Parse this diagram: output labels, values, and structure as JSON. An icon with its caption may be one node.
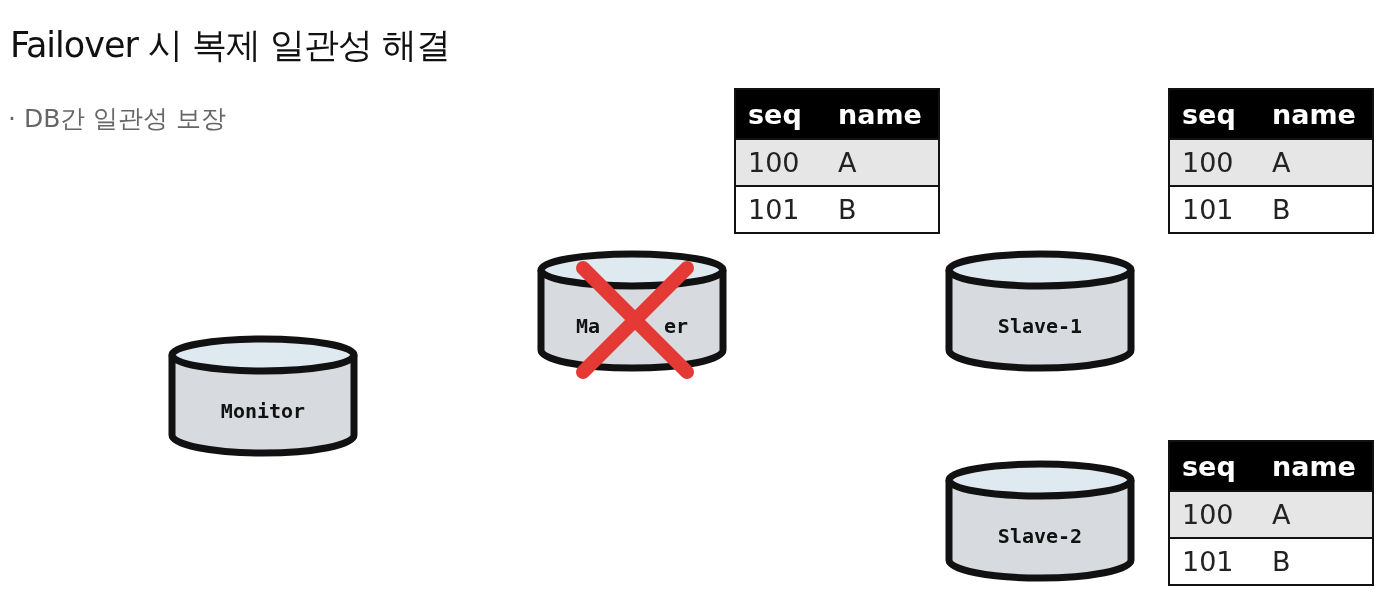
{
  "diagram": {
    "title": "Failover 시 복제 일관성 해결",
    "nodes": [
      {
        "text": [
          "Monitor"
        ]
      },
      {
        "text": [
          "Ma",
          "er"
        ]
      },
      {
        "text": [
          "Slave-1"
        ]
      },
      {
        "text": [
          "Slave-2"
        ]
      }
    ],
    "edges": [],
    "labels": [
      "· DB간 일관성 보장",
      "seq",
      "name",
      "100",
      "A",
      "101",
      "B",
      "seq",
      "name",
      "100",
      "A",
      "101",
      "B",
      "seq",
      "name",
      "100",
      "A",
      "101",
      "B"
    ]
  }
}
